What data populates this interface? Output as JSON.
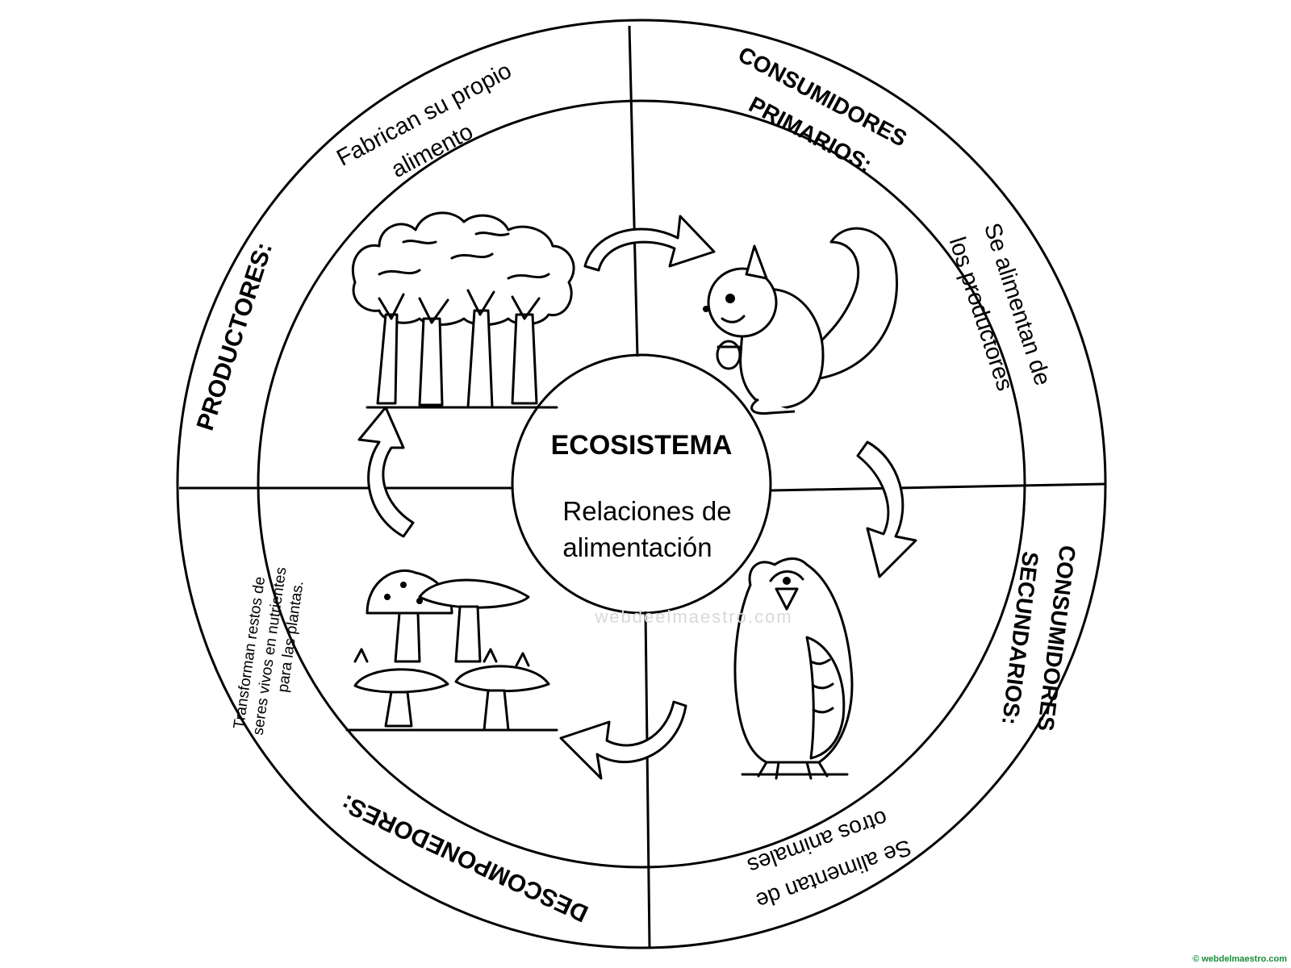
{
  "center": {
    "title": "ECOSISTEMA",
    "subtitle_line1": "Relaciones de",
    "subtitle_line2": "alimentación"
  },
  "sectors": {
    "productores": {
      "title": "PRODUCTORES:",
      "desc_line1": "Fabrican su propio",
      "desc_line2": "alimento"
    },
    "primarios": {
      "title_line1": "CONSUMIDORES",
      "title_line2": "PRIMARIOS:",
      "desc_line1": "Se alimentan de",
      "desc_line2": "los productores"
    },
    "secundarios": {
      "title_line1": "CONSUMIDORES",
      "title_line2": "SECUNDARIOS:",
      "desc_line1": "Se alimentan de",
      "desc_line2": "otros animales"
    },
    "descomponedores": {
      "title": "DESCOMPONEDORES:",
      "desc_line1": "Transforman restos de",
      "desc_line2": "seres vivos en nutrientes",
      "desc_line3": "para las plantas."
    }
  },
  "watermark": "webdeelmaestro.com",
  "copyright": "© webdelmaestro.com",
  "illustrations": [
    "trees-icon",
    "squirrel-icon",
    "owl-icon",
    "mushrooms-icon"
  ],
  "colors": {
    "line": "#000000",
    "background": "#ffffff",
    "copyright": "#1a8c3a"
  }
}
